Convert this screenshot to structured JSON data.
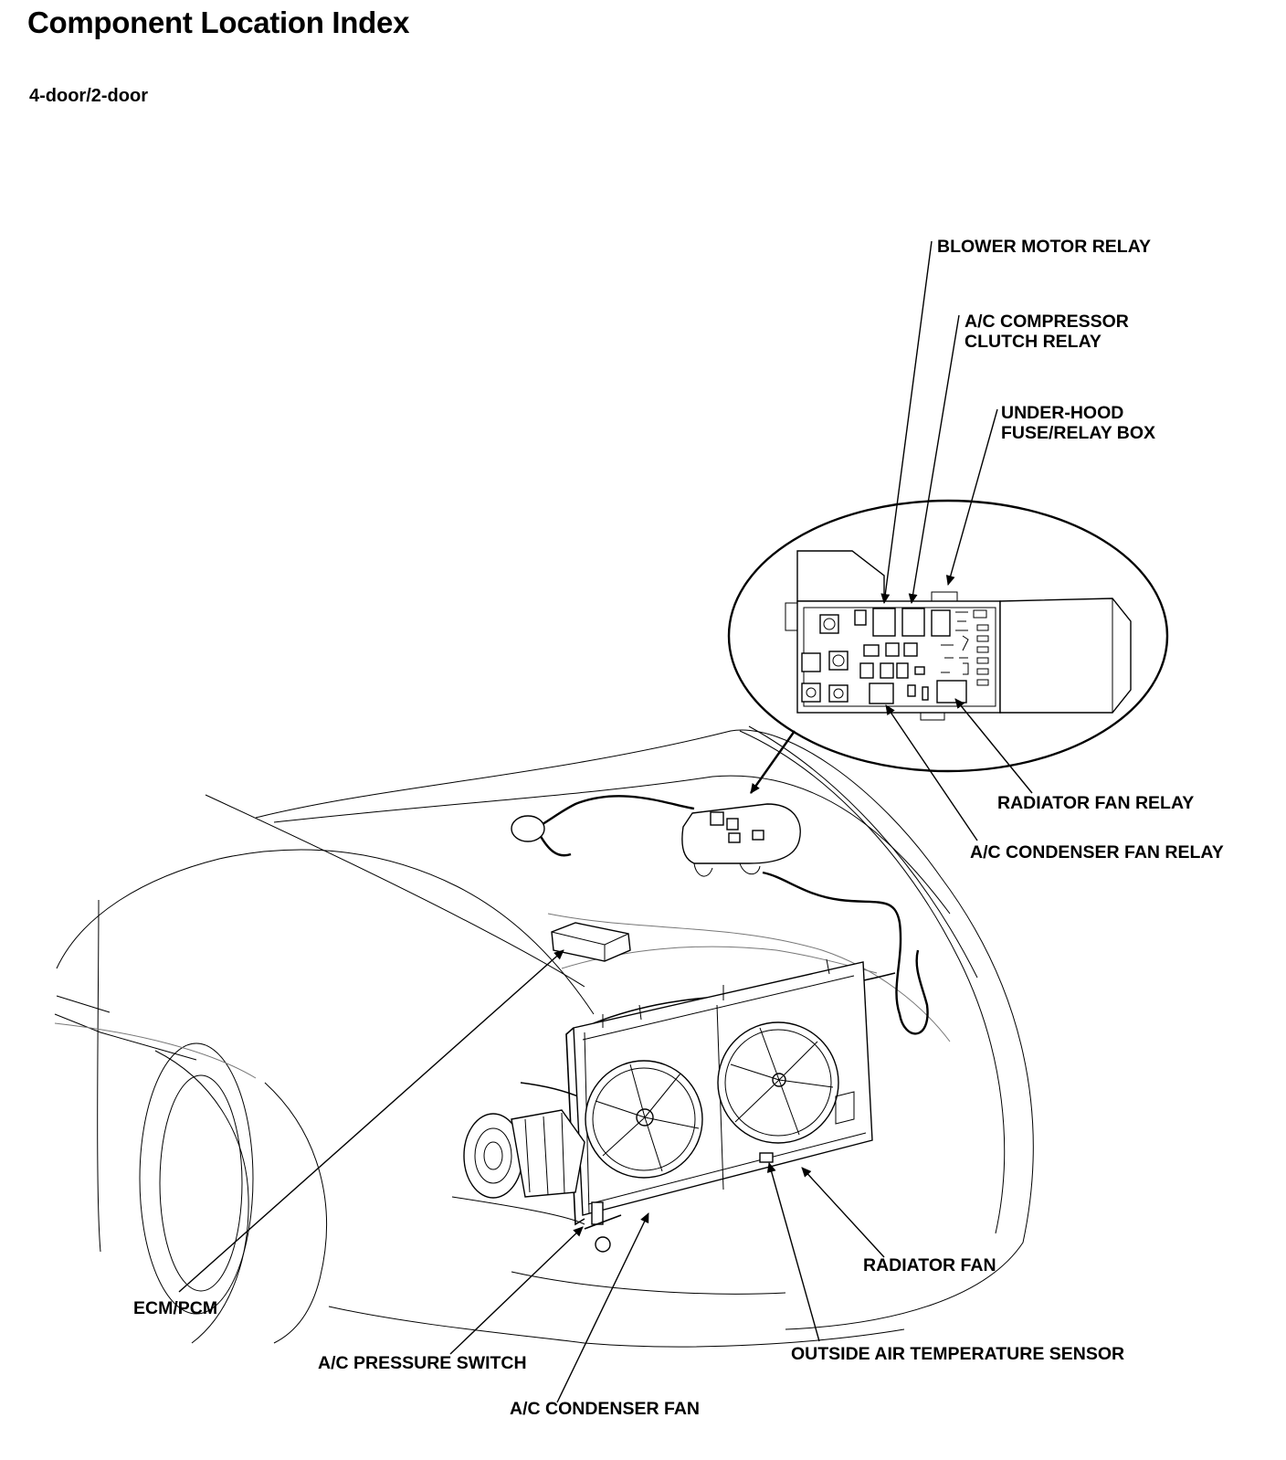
{
  "header": {
    "title": "Component Location Index",
    "subtitle": "4-door/2-door"
  },
  "callouts": {
    "blower_motor_relay": "BLOWER MOTOR RELAY",
    "ac_compressor_clutch_relay_1": "A/C COMPRESSOR",
    "ac_compressor_clutch_relay_2": "CLUTCH RELAY",
    "under_hood_fuse_box_1": "UNDER-HOOD",
    "under_hood_fuse_box_2": "FUSE/RELAY BOX",
    "radiator_fan_relay": "RADIATOR FAN RELAY",
    "ac_condenser_fan_relay": "A/C CONDENSER FAN RELAY",
    "ecm_pcm": "ECM/PCM",
    "radiator_fan": "RADIATOR FAN",
    "ac_pressure_switch": "A/C PRESSURE SWITCH",
    "outside_air_temperature_sensor": "OUTSIDE AIR TEMPERATURE SENSOR",
    "ac_condenser_fan": "A/C CONDENSER FAN"
  }
}
